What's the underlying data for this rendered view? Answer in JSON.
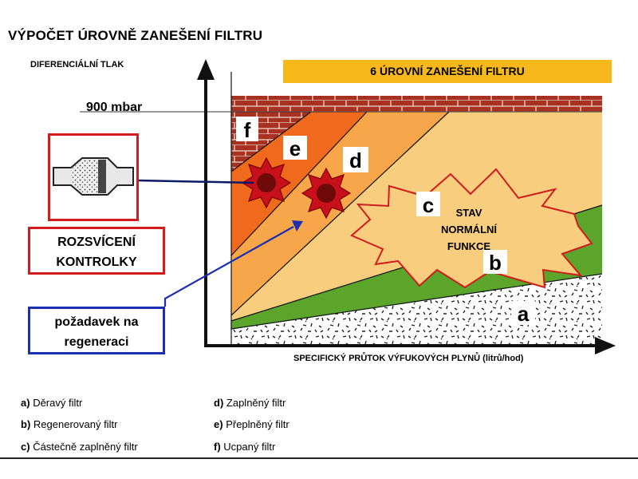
{
  "title": "VÝPOČET ÚROVNĚ ZANEŠENÍ FILTRU",
  "y_axis_label": "DIFERENCIÁLNÍ TLAK",
  "pressure_mark": "900 mbar",
  "banner": "6 ÚROVNÍ ZANEŠENÍ FILTRU",
  "x_axis_label": "SPECIFICKÝ PRŮTOK VÝFUKOVÝCH PLYNŮ (litrů/hod)",
  "zones": {
    "a": "a",
    "b": "b",
    "c": "c",
    "d": "d",
    "e": "e",
    "f": "f"
  },
  "normal_state": {
    "line1": "STAV",
    "line2": "NORMÁLNÍ",
    "line3": "FUNKCE"
  },
  "warning_box": {
    "line1": "ROZSVÍCENÍ",
    "line2": "KONTROLKY"
  },
  "regen_box": {
    "line1": "požadavek na",
    "line2": "regeneraci"
  },
  "legend": [
    {
      "key": "a)",
      "text": "Děravý filtr"
    },
    {
      "key": "b)",
      "text": "Regenerovaný filtr"
    },
    {
      "key": "c)",
      "text": "Částečně zaplněný filtr"
    },
    {
      "key": "d)",
      "text": "Zaplněný filtr"
    },
    {
      "key": "e)",
      "text": "Přeplněný filtr"
    },
    {
      "key": "f)",
      "text": "Ucpaný filtr"
    }
  ],
  "colors": {
    "zone_a": "#ffffff",
    "zone_b": "#5aa52a",
    "zone_c": "#f8cd7e",
    "zone_d": "#f7a64a",
    "zone_e": "#ef6a1c",
    "zone_f": "#a83222",
    "banner": "#f7b81c",
    "warning_border": "#d01c1c",
    "regen_border": "#1c2fb0"
  }
}
